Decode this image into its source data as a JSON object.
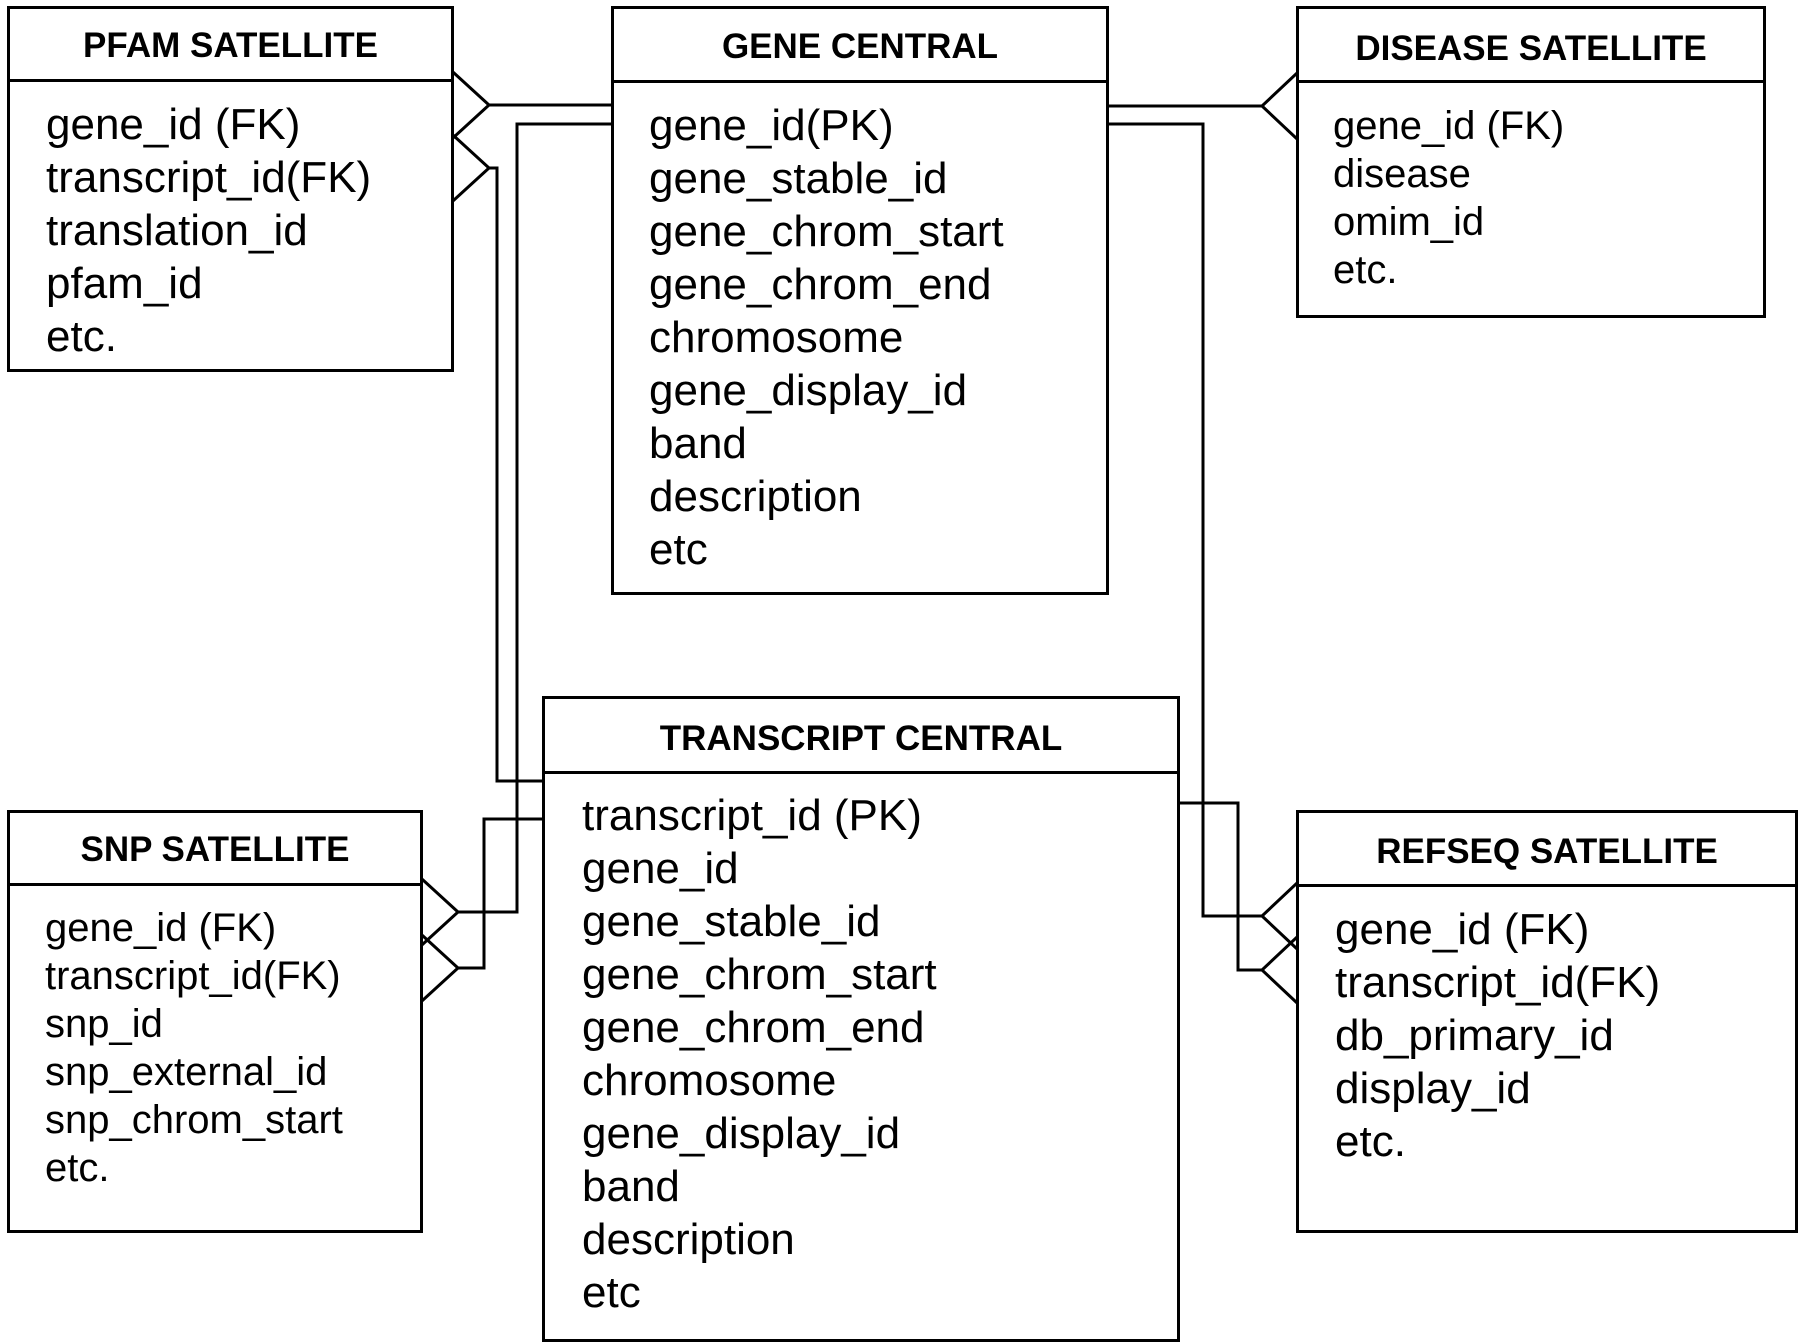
{
  "entities": {
    "pfam": {
      "title": "PFAM SATELLITE",
      "fields": [
        "gene_id (FK)",
        "transcript_id(FK)",
        "translation_id",
        "pfam_id",
        "etc."
      ]
    },
    "gene": {
      "title": "GENE CENTRAL",
      "fields": [
        "gene_id(PK)",
        "gene_stable_id",
        "gene_chrom_start",
        "gene_chrom_end",
        "chromosome",
        "gene_display_id",
        "band",
        "description",
        "etc"
      ]
    },
    "disease": {
      "title": "DISEASE SATELLITE",
      "fields": [
        "gene_id (FK)",
        "disease",
        "omim_id",
        "etc."
      ]
    },
    "snp": {
      "title": "SNP SATELLITE",
      "fields": [
        "gene_id (FK)",
        "transcript_id(FK)",
        "snp_id",
        "snp_external_id",
        "snp_chrom_start",
        "etc."
      ]
    },
    "transcript": {
      "title": "TRANSCRIPT CENTRAL",
      "fields": [
        "transcript_id (PK)",
        "gene_id",
        "gene_stable_id",
        "gene_chrom_start",
        "gene_chrom_end",
        "chromosome",
        "gene_display_id",
        "band",
        "description",
        "etc"
      ]
    },
    "refseq": {
      "title": "REFSEQ SATELLITE",
      "fields": [
        "gene_id (FK)",
        "transcript_id(FK)",
        "db_primary_id",
        "display_id",
        "etc."
      ]
    }
  },
  "relationships": [
    {
      "from": "gene.gene_id(PK)",
      "to": "pfam.gene_id (FK)",
      "cardinality": "one-to-many"
    },
    {
      "from": "gene.gene_id(PK)",
      "to": "disease.gene_id (FK)",
      "cardinality": "one-to-many"
    },
    {
      "from": "gene.gene_id(PK)",
      "to": "snp.gene_id (FK)",
      "cardinality": "one-to-many"
    },
    {
      "from": "gene.gene_id(PK)",
      "to": "refseq.gene_id (FK)",
      "cardinality": "one-to-many"
    },
    {
      "from": "transcript.transcript_id (PK)",
      "to": "pfam.transcript_id(FK)",
      "cardinality": "one-to-many"
    },
    {
      "from": "transcript.transcript_id (PK)",
      "to": "snp.transcript_id(FK)",
      "cardinality": "one-to-many"
    },
    {
      "from": "transcript.transcript_id (PK)",
      "to": "refseq.transcript_id(FK)",
      "cardinality": "one-to-many"
    }
  ]
}
